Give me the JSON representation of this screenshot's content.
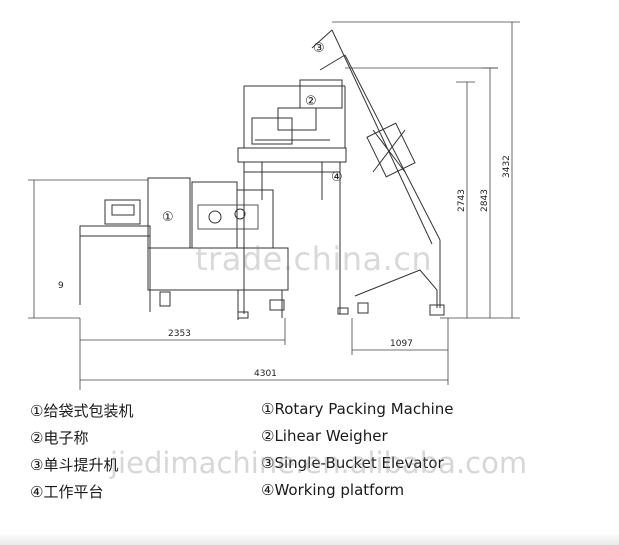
{
  "dimensions": {
    "d2353": "2353",
    "d4301": "4301",
    "d1097": "1097",
    "d2743": "2743",
    "d2843": "2843",
    "d3432": "3432",
    "d9": "9"
  },
  "markers": {
    "m1": "①",
    "m2": "②",
    "m3": "③",
    "m4": "④"
  },
  "legend": {
    "cn": [
      "①给袋式包装机",
      "②电子称",
      "③单斗提升机",
      "④工作平台"
    ],
    "en": [
      "①Rotary Packing Machine",
      "②Lihear Weigher",
      "③Single-Bucket Elevator",
      "④Working platform"
    ]
  },
  "watermarks": {
    "trade": "trade.china.cn",
    "site": "jiedimachine.en.alibaba.com"
  }
}
